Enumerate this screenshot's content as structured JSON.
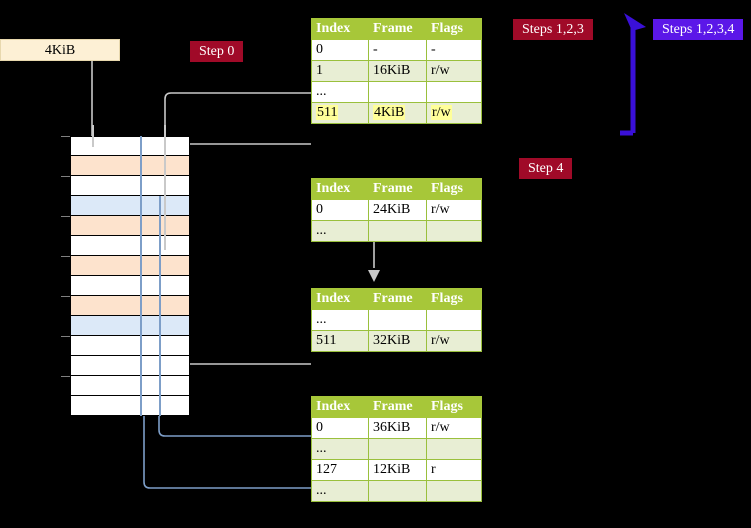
{
  "diagram": {
    "title_free": "",
    "labels": {
      "source_box": "4KiB",
      "step0": "Step 0",
      "step4": "Step 4",
      "steps123": "Steps 1,2,3",
      "steps1234": "Steps 1,2,3,4"
    },
    "colors": {
      "background": "#000000",
      "table_header_bg": "#a7c739",
      "table_row_alt_bg": "#e8eed4",
      "table_border": "#9ac03c",
      "highlight": "#ffff99",
      "step_red_bg": "#a00a28",
      "step_blue_bg": "#5b17e8",
      "source_box_bg": "#fdf0d5",
      "mem_orange": "#fde3cd",
      "mem_blue": "#dce9f8",
      "wire_gray": "#c9c9c9",
      "wire_blue": "#7d9ec8"
    },
    "table_columns": [
      "Index",
      "Frame",
      "Flags"
    ],
    "tables": [
      {
        "name": "pml4-table",
        "rows": [
          {
            "index": "0",
            "frame": "-",
            "flags": "-",
            "highlight": false,
            "shade": "white"
          },
          {
            "index": "1",
            "frame": "16KiB",
            "flags": "r/w",
            "highlight": false,
            "shade": "alt"
          },
          {
            "index": "...",
            "frame": "",
            "flags": "",
            "highlight": false,
            "shade": "white"
          },
          {
            "index": "511",
            "frame": "4KiB",
            "flags": "r/w",
            "highlight": true,
            "shade": "alt"
          }
        ]
      },
      {
        "name": "pdp-table",
        "rows": [
          {
            "index": "0",
            "frame": "24KiB",
            "flags": "r/w",
            "highlight": false,
            "shade": "white"
          },
          {
            "index": "...",
            "frame": "",
            "flags": "",
            "highlight": false,
            "shade": "alt"
          }
        ]
      },
      {
        "name": "pd-table",
        "rows": [
          {
            "index": "...",
            "frame": "",
            "flags": "",
            "highlight": false,
            "shade": "white"
          },
          {
            "index": "511",
            "frame": "32KiB",
            "flags": "r/w",
            "highlight": false,
            "shade": "alt"
          }
        ]
      },
      {
        "name": "pt-table",
        "rows": [
          {
            "index": "0",
            "frame": "36KiB",
            "flags": "r/w",
            "highlight": false,
            "shade": "white"
          },
          {
            "index": "...",
            "frame": "",
            "flags": "",
            "highlight": false,
            "shade": "alt"
          },
          {
            "index": "127",
            "frame": "12KiB",
            "flags": "r",
            "highlight": false,
            "shade": "white"
          },
          {
            "index": "...",
            "frame": "",
            "flags": "",
            "highlight": false,
            "shade": "alt"
          }
        ]
      }
    ],
    "memory_rows": [
      {
        "fill": "white"
      },
      {
        "fill": "orange"
      },
      {
        "fill": "white"
      },
      {
        "fill": "blue"
      },
      {
        "fill": "orange"
      },
      {
        "fill": "white"
      },
      {
        "fill": "orange"
      },
      {
        "fill": "white"
      },
      {
        "fill": "orange"
      },
      {
        "fill": "blue"
      },
      {
        "fill": "white"
      },
      {
        "fill": "white"
      },
      {
        "fill": "white"
      },
      {
        "fill": "white"
      }
    ]
  }
}
